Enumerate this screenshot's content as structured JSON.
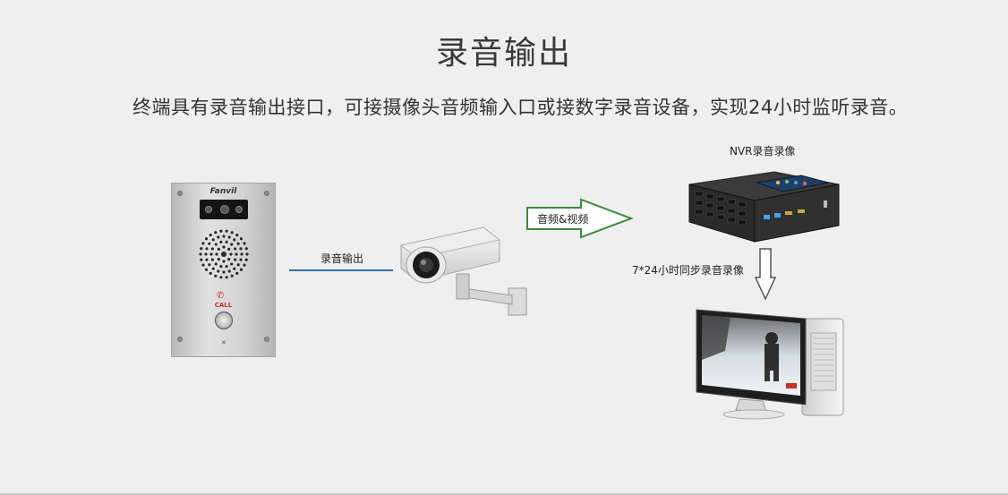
{
  "title": "录音输出",
  "description": "终端具有录音输出接口，可接摄像头音频输入口或接数字录音设备，实现24小时监听录音。",
  "intercom": {
    "brand": "Fanvil",
    "call_label": "CALL"
  },
  "labels": {
    "line_label": "录音输出",
    "arrow_label": "音频&视频",
    "nvr_label": "NVR录音录像",
    "sync_label": "7*24小时同步录音录像"
  },
  "colors": {
    "line": "#2c6fa3",
    "arrow_stroke": "#3a8a3a",
    "arrow_fill": "#ffffff",
    "down_arrow_stroke": "#555555",
    "call_red": "#c8302a"
  },
  "icons": {
    "intercom": "door-intercom-panel",
    "camera": "cctv-camera-icon",
    "nvr": "nvr-recorder-icon",
    "monitor": "computer-monitor-icon"
  }
}
